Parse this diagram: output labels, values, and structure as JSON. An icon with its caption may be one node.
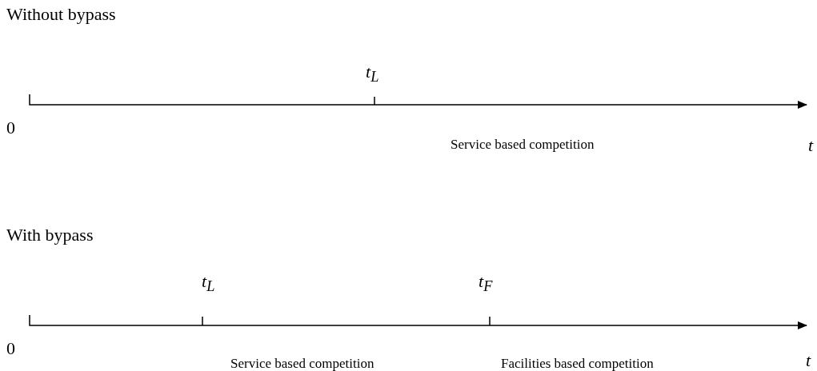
{
  "diagram": {
    "labels": [
      "Without bypass",
      "t$_{L}$",
      "0",
      "Service based competition",
      "t",
      "With bypass",
      "t$_{L}$",
      "t$_{F}$",
      "0",
      "Service based competition",
      "Facilities based competition",
      "t"
    ]
  }
}
